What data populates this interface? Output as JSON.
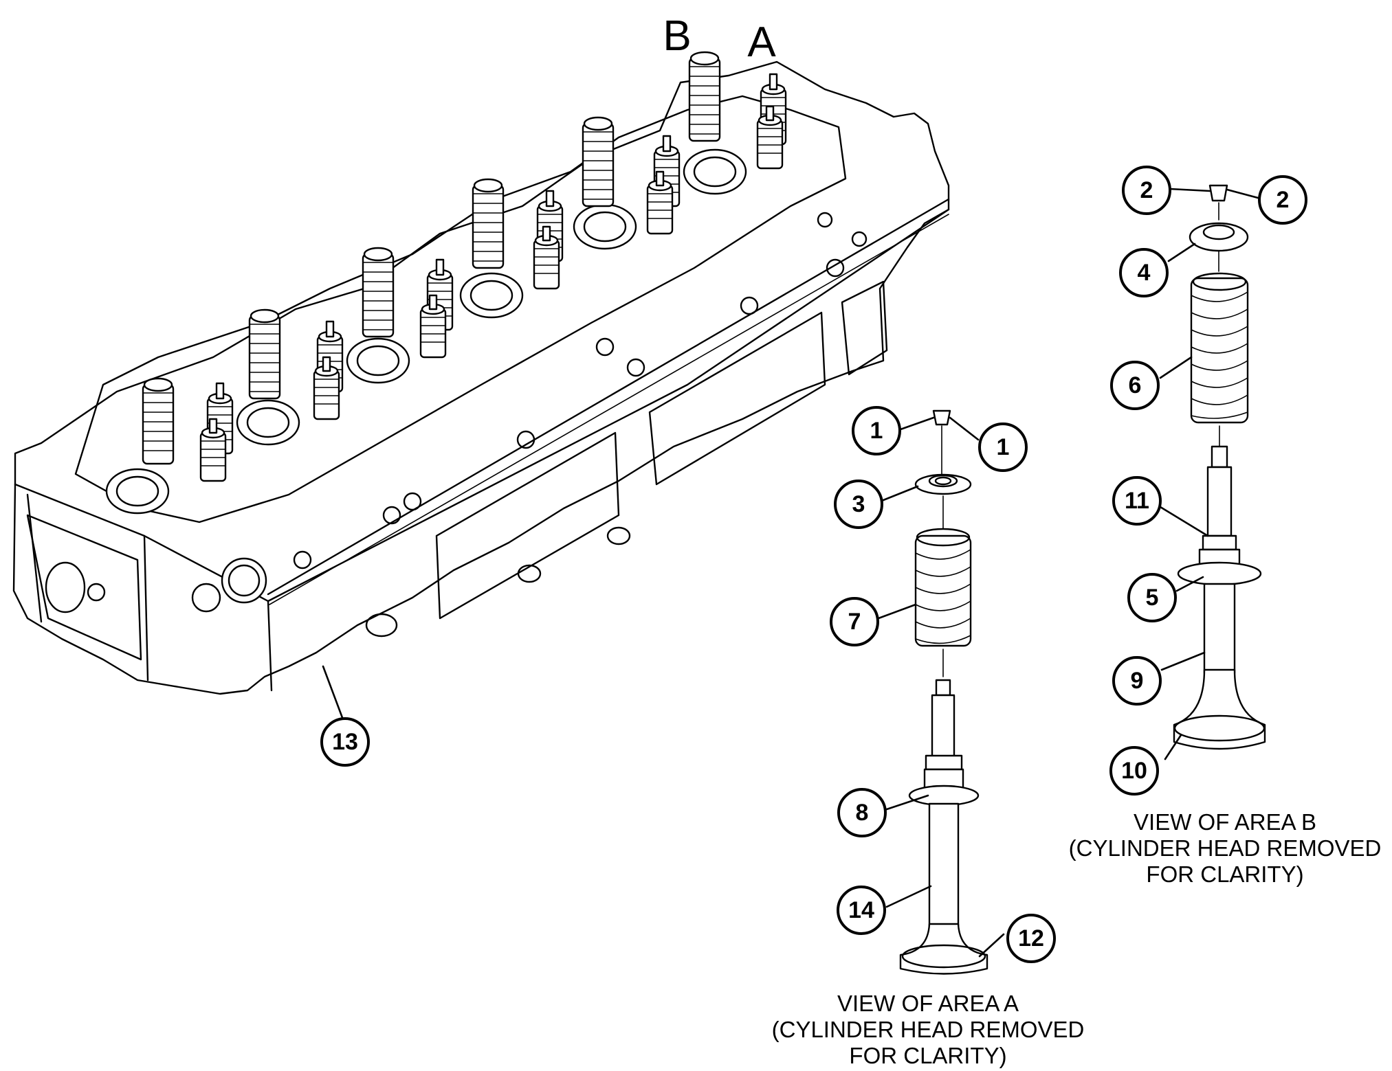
{
  "area_labels": {
    "b": "B",
    "a": "A"
  },
  "callouts": {
    "c1a": "1",
    "c1b": "1",
    "c2a": "2",
    "c2b": "2",
    "c3": "3",
    "c4": "4",
    "c5": "5",
    "c6": "6",
    "c7": "7",
    "c8": "8",
    "c9": "9",
    "c10": "10",
    "c11": "11",
    "c12": "12",
    "c13": "13",
    "c14": "14"
  },
  "captions": {
    "view_a": [
      "VIEW OF AREA  A",
      "(CYLINDER HEAD REMOVED",
      "FOR CLARITY)"
    ],
    "view_b": [
      "VIEW OF AREA B",
      "(CYLINDER HEAD REMOVED",
      "FOR CLARITY)"
    ]
  }
}
